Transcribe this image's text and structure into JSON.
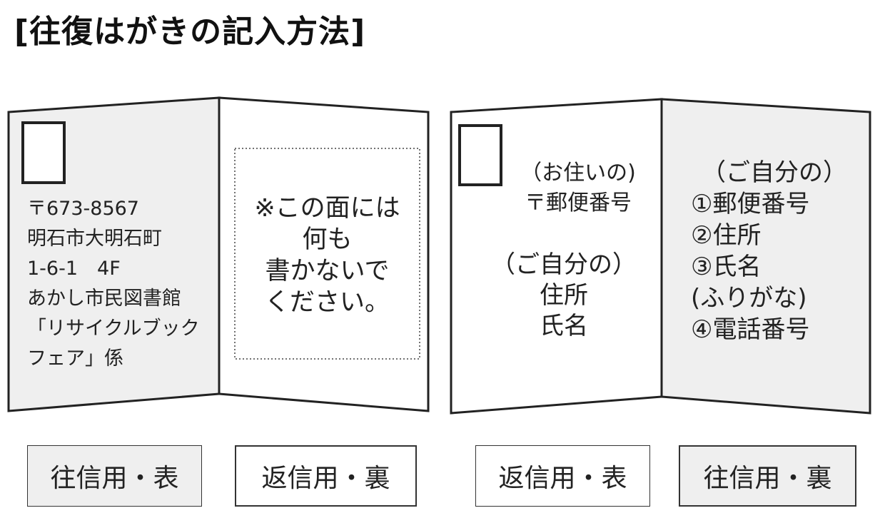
{
  "title": "[往復はがきの記入方法]",
  "colors": {
    "panel_gray": "#efefef",
    "panel_white": "#ffffff",
    "stroke": "#222222"
  },
  "card1": {
    "left_panel": {
      "address_lines": [
        "〒673-8567",
        "明石市大明石町",
        "1-6-1　4F",
        "あかし市民図書館",
        "「リサイクルブック",
        "フェア」係"
      ]
    },
    "right_panel": {
      "note_lines": [
        "※この面には",
        "何も",
        "書かないで",
        "ください。"
      ]
    },
    "captions": [
      "往信用・表",
      "返信用・裏"
    ]
  },
  "card2": {
    "left_panel": {
      "top_lines": [
        "（お住いの)",
        "〒郵便番号"
      ],
      "bottom_lines": [
        "（ご自分の）",
        "住所",
        "氏名"
      ]
    },
    "right_panel": {
      "heading": "（ご自分の）",
      "items": [
        "①郵便番号",
        "②住所",
        "③氏名",
        "(ふりがな)",
        "④電話番号"
      ]
    },
    "captions": [
      "返信用・表",
      "往信用・裏"
    ]
  }
}
